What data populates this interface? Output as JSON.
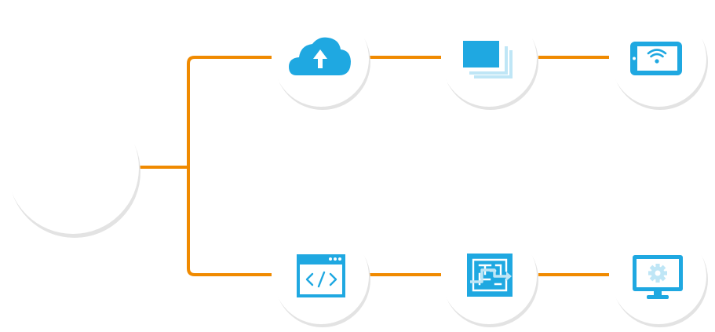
{
  "colors": {
    "background": "#ffffff",
    "connector": "#f08a00",
    "node_fill": "#ffffff",
    "node_shadow": "#e3e3e3",
    "icon_primary": "#1fa8e1",
    "icon_light": "#bfe6f6",
    "icon_white": "#ffffff"
  },
  "nodes": [
    {
      "id": "root",
      "icon": "none"
    },
    {
      "id": "upload",
      "icon": "cloud-upload-icon"
    },
    {
      "id": "screens",
      "icon": "stacked-screens-icon"
    },
    {
      "id": "tablet",
      "icon": "tablet-wifi-icon"
    },
    {
      "id": "code",
      "icon": "browser-code-icon"
    },
    {
      "id": "maze",
      "icon": "maze-icon"
    },
    {
      "id": "monitor",
      "icon": "monitor-settings-icon"
    }
  ]
}
